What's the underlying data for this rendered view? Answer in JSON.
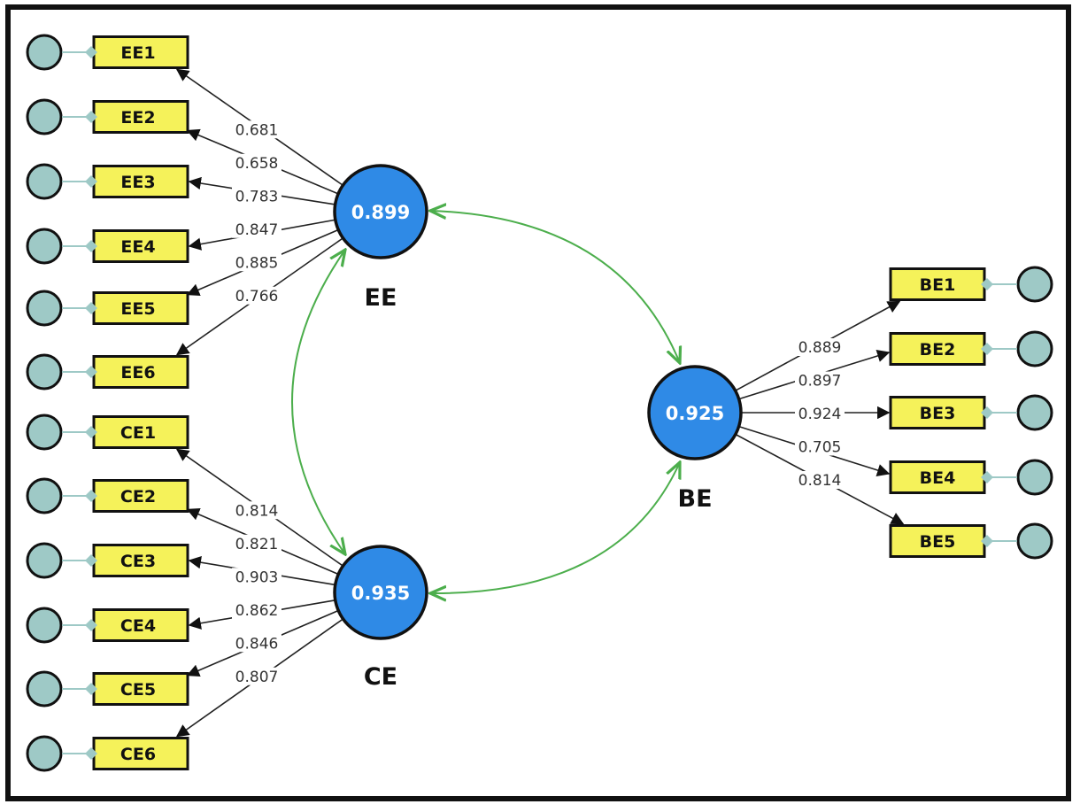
{
  "diagram": {
    "type": "structural-equation-model",
    "colors": {
      "latent_fill": "#2f8ae6",
      "indicator_fill": "#f5f25a",
      "error_fill": "#9ec9c6",
      "correlation_line": "#4cae4c",
      "path_line": "#222222"
    },
    "latents": [
      {
        "id": "EE",
        "name": "EE",
        "value": "0.899"
      },
      {
        "id": "CE",
        "name": "CE",
        "value": "0.935"
      },
      {
        "id": "BE",
        "name": "BE",
        "value": "0.925"
      }
    ],
    "indicators": {
      "EE": [
        {
          "name": "EE1",
          "loading": "0.681"
        },
        {
          "name": "EE2",
          "loading": "0.658"
        },
        {
          "name": "EE3",
          "loading": "0.783"
        },
        {
          "name": "EE4",
          "loading": "0.847"
        },
        {
          "name": "EE5",
          "loading": "0.885"
        },
        {
          "name": "EE6",
          "loading": "0.766"
        }
      ],
      "CE": [
        {
          "name": "CE1",
          "loading": "0.814"
        },
        {
          "name": "CE2",
          "loading": "0.821"
        },
        {
          "name": "CE3",
          "loading": "0.903"
        },
        {
          "name": "CE4",
          "loading": "0.862"
        },
        {
          "name": "CE5",
          "loading": "0.846"
        },
        {
          "name": "CE6",
          "loading": "0.807"
        }
      ],
      "BE": [
        {
          "name": "BE1",
          "loading": "0.889"
        },
        {
          "name": "BE2",
          "loading": "0.897"
        },
        {
          "name": "BE3",
          "loading": "0.924"
        },
        {
          "name": "BE4",
          "loading": "0.705"
        },
        {
          "name": "BE5",
          "loading": "0.814"
        }
      ]
    },
    "correlations": [
      {
        "from": "EE",
        "to": "BE"
      },
      {
        "from": "EE",
        "to": "CE"
      },
      {
        "from": "CE",
        "to": "BE"
      }
    ]
  }
}
